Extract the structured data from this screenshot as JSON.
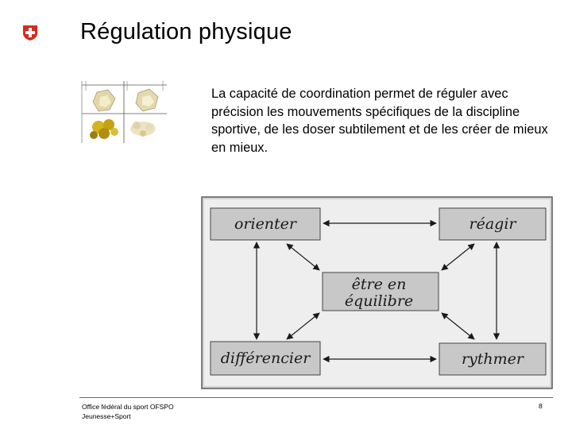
{
  "slide": {
    "title": "Régulation physique",
    "body": "La capacité de coordination permet de réguler avec précision les mouvements spécifiques de la discipline sportive, de les doser subtilement et de les créer de mieux en mieux.",
    "page_number": "8"
  },
  "diagram": {
    "nodes": {
      "orienter": "orienter",
      "reagir": "réagir",
      "equilibre_line1": "être en",
      "equilibre_line2": "équilibre",
      "differencier": "différencier",
      "rythmer": "rythmer"
    }
  },
  "footer": {
    "line1": "Office fédéral du sport OFSPO",
    "line2": "Jeunesse+Sport"
  },
  "colors": {
    "swiss_red": "#d52b1e",
    "box_fill": "#c8c8c8",
    "panel_fill": "#eeeeee"
  },
  "icons": {
    "logo": "swiss-cross-icon",
    "thumbnail": "coordination-icons-thumbnail"
  }
}
